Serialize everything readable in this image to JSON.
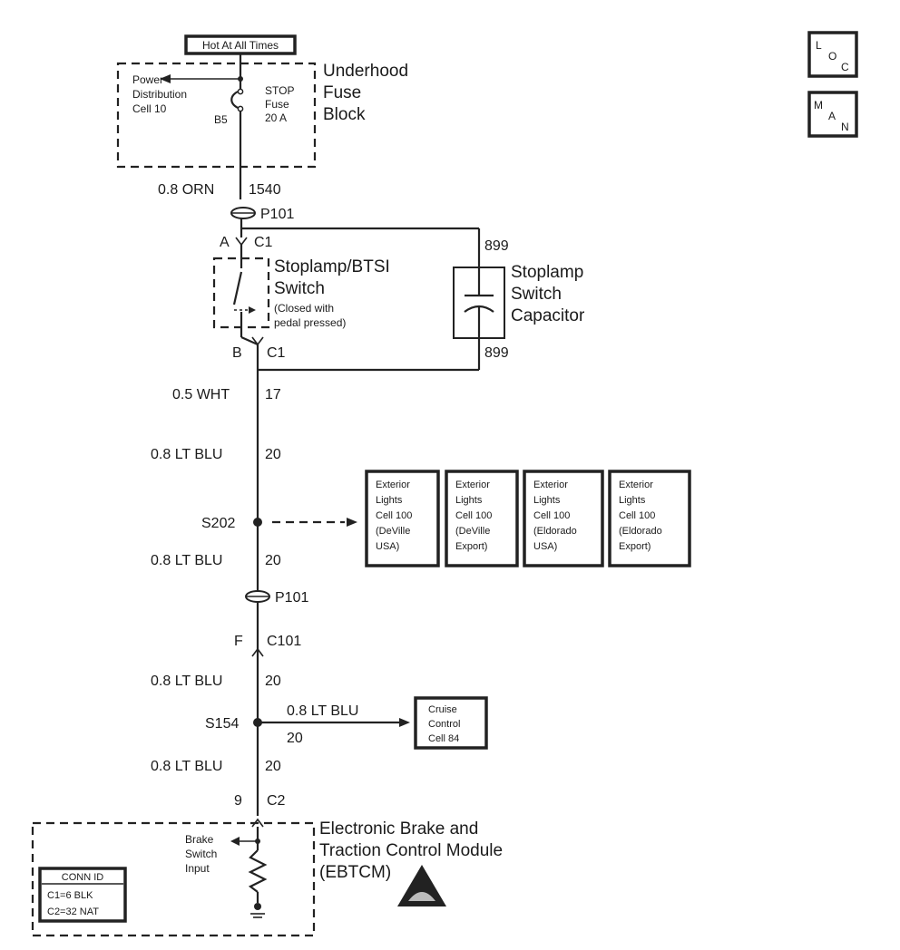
{
  "power_source": {
    "hot_label": "Hot At All Times",
    "fuse_block_name": [
      "Underhood",
      "Fuse",
      "Block"
    ],
    "power_distribution": [
      "Power",
      "Distribution",
      "Cell 10"
    ],
    "fuse": [
      "STOP",
      "Fuse",
      "20 A"
    ],
    "terminal": "B5"
  },
  "wire_orn": {
    "gauge_color": "0.8 ORN",
    "circuit": "1540"
  },
  "connectors": {
    "p101": "P101",
    "c1": "C1",
    "pin_a": "A",
    "pin_b": "B",
    "c101": "C101",
    "pin_f": "F",
    "c2": "C2",
    "pin_9": "9"
  },
  "stoplamp_switch": {
    "name": [
      "Stoplamp/BTSI",
      "Switch"
    ],
    "note": [
      "(Closed with",
      "pedal pressed)"
    ]
  },
  "capacitor": {
    "name": [
      "Stoplamp",
      "Switch",
      "Capacitor"
    ],
    "circuit_top": "899",
    "circuit_bottom": "899"
  },
  "wire_wht": {
    "gauge_color": "0.5 WHT",
    "circuit": "17"
  },
  "wire_ltblu": {
    "gauge_color": "0.8 LT BLU",
    "circuit": "20"
  },
  "splices": {
    "s202": "S202",
    "s154": "S154"
  },
  "exterior_lights_refs": [
    [
      "Exterior",
      "Lights",
      "Cell 100",
      "(DeVille",
      "USA)"
    ],
    [
      "Exterior",
      "Lights",
      "Cell 100",
      "(DeVille",
      "Export)"
    ],
    [
      "Exterior",
      "Lights",
      "Cell 100",
      "(Eldorado",
      "USA)"
    ],
    [
      "Exterior",
      "Lights",
      "Cell 100",
      "(Eldorado",
      "Export)"
    ]
  ],
  "cruise_ref": [
    "Cruise",
    "Control",
    "Cell 84"
  ],
  "ebtcm": {
    "name": [
      "Electronic Brake and",
      "Traction Control Module",
      "(EBTCM)"
    ],
    "input": [
      "Brake",
      "Switch",
      "Input"
    ],
    "conn_id": [
      "CONN ID",
      "C1=6 BLK",
      "C2=32 NAT"
    ]
  },
  "side_icons": {
    "loc": [
      "L",
      "O",
      "C"
    ],
    "man": [
      "M",
      "A",
      "N"
    ]
  }
}
